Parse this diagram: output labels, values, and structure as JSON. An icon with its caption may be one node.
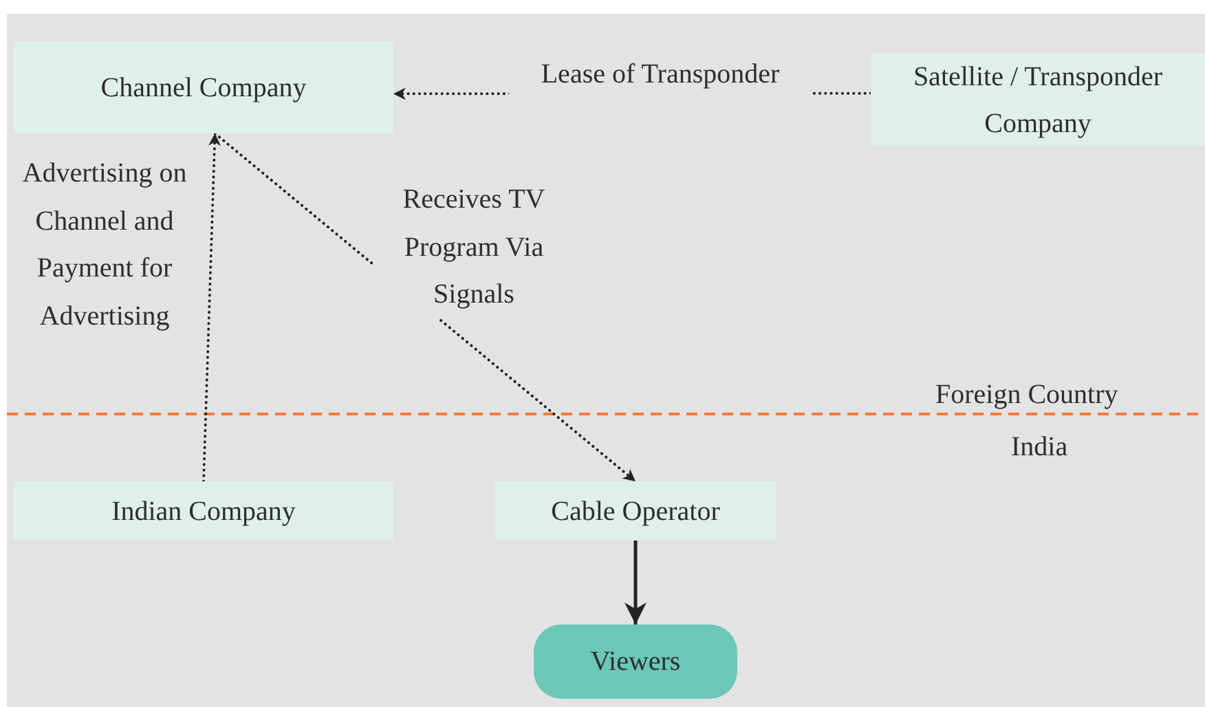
{
  "diagram": {
    "nodes": [
      {
        "text": [
          "Channel Company"
        ]
      },
      {
        "text": [
          "Satellite / Transponder Company"
        ]
      },
      {
        "text": [
          "Indian Company"
        ]
      },
      {
        "text": [
          "Cable Operator"
        ]
      },
      {
        "text": [
          "Viewers"
        ]
      }
    ],
    "edges": [
      {
        "from": 1,
        "to": 0,
        "arrow": "to",
        "label": "Lease of Transponder",
        "style": "dashed"
      },
      {
        "from": 2,
        "to": 0,
        "arrow": "to",
        "label": "Advertising on Channel and Payment for Advertising",
        "style": "dashed"
      },
      {
        "from": 0,
        "to": 3,
        "arrow": "to",
        "label": "Receives TV Program Via Signals",
        "style": "dashed"
      },
      {
        "from": 3,
        "to": 4,
        "arrow": "to"
      }
    ],
    "labels": [
      "Foreign Country",
      "India"
    ]
  }
}
